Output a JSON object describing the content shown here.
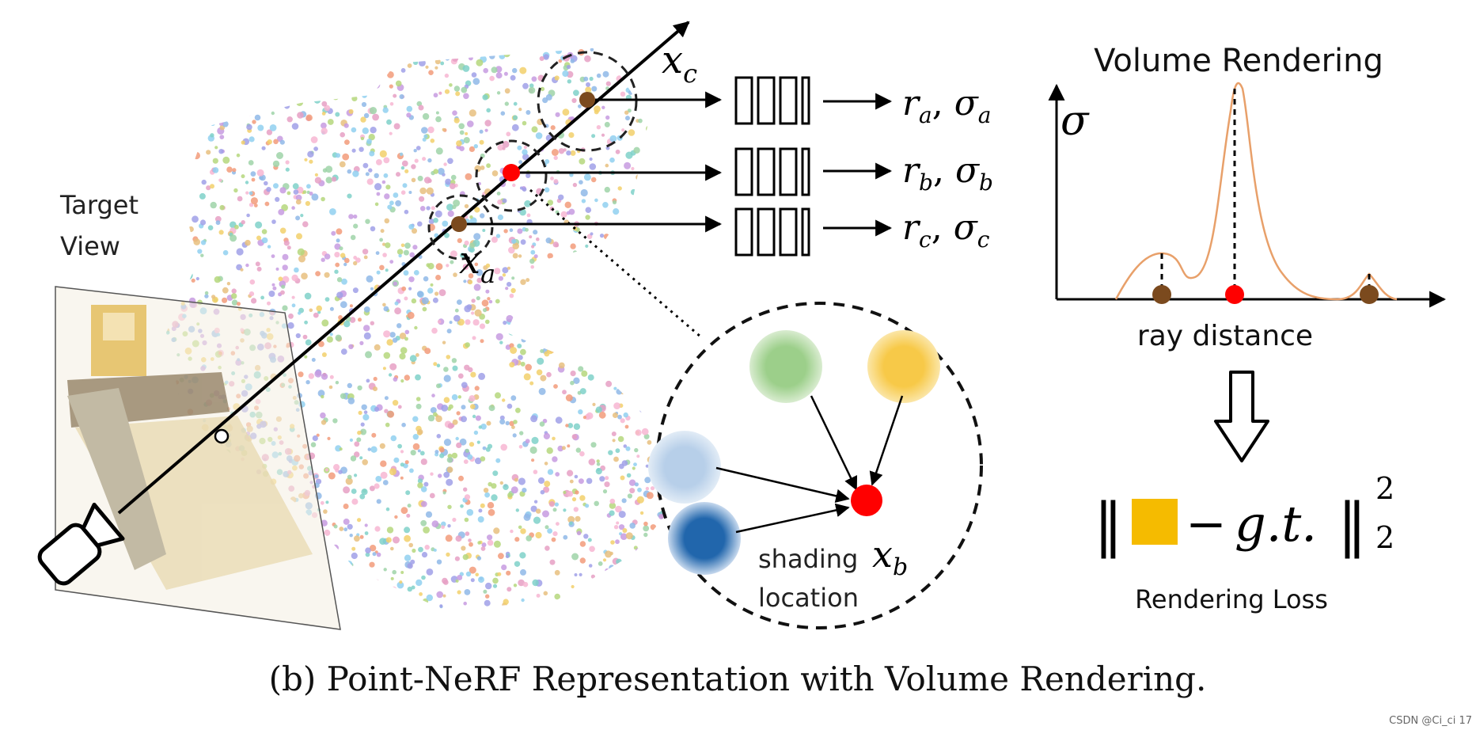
{
  "figure": {
    "caption": "(b) Point-NeRF Representation with Volume Rendering.",
    "watermark": "CSDN @Ci_ci 17"
  },
  "target_view": {
    "line1": "Target",
    "line2": "View"
  },
  "ray": {
    "point_labels": {
      "xc": "x",
      "xc_sub": "c",
      "xa": "x",
      "xa_sub": "a"
    }
  },
  "mlp_outputs": [
    {
      "r": "r",
      "r_sub": "a",
      "sigma": "σ",
      "sigma_sub": "a"
    },
    {
      "r": "r",
      "r_sub": "b",
      "sigma": "σ",
      "sigma_sub": "b"
    },
    {
      "r": "r",
      "r_sub": "c",
      "sigma": "σ",
      "sigma_sub": "c"
    }
  ],
  "zoom": {
    "label_line1": "shading",
    "label_line2": "location",
    "xb": "x",
    "xb_sub": "b",
    "neighbor_colors": [
      "#9ccf8a",
      "#f7c948",
      "#b7cfe9",
      "#2166ac"
    ],
    "center_color": "#ff0000"
  },
  "volume_rendering": {
    "title": "Volume Rendering",
    "y_label": "σ",
    "x_label": "ray distance",
    "curve_color": "#e8a06a",
    "sample_colors": [
      "#7b4a1e",
      "#ff0000",
      "#7b4a1e"
    ]
  },
  "loss": {
    "norm_left": "‖",
    "minus": "−",
    "gt": "g.t.",
    "norm_right": "‖",
    "superscript": "2",
    "subscript": "2",
    "swatch_color": "#f5bb00",
    "label": "Rendering Loss"
  }
}
